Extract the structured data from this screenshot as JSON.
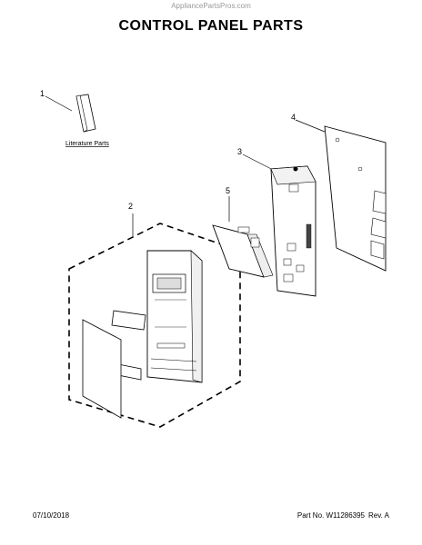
{
  "header": {
    "watermark": "AppliancePartsPros.com",
    "title": "CONTROL PANEL PARTS"
  },
  "callouts": {
    "c1": "1",
    "c2": "2",
    "c3": "3",
    "c4": "4",
    "c5": "5"
  },
  "labels": {
    "literature": "Literature Parts"
  },
  "footer": {
    "date": "07/10/2018",
    "part_no": "Part No. W11286395",
    "rev": "Rev. A"
  }
}
